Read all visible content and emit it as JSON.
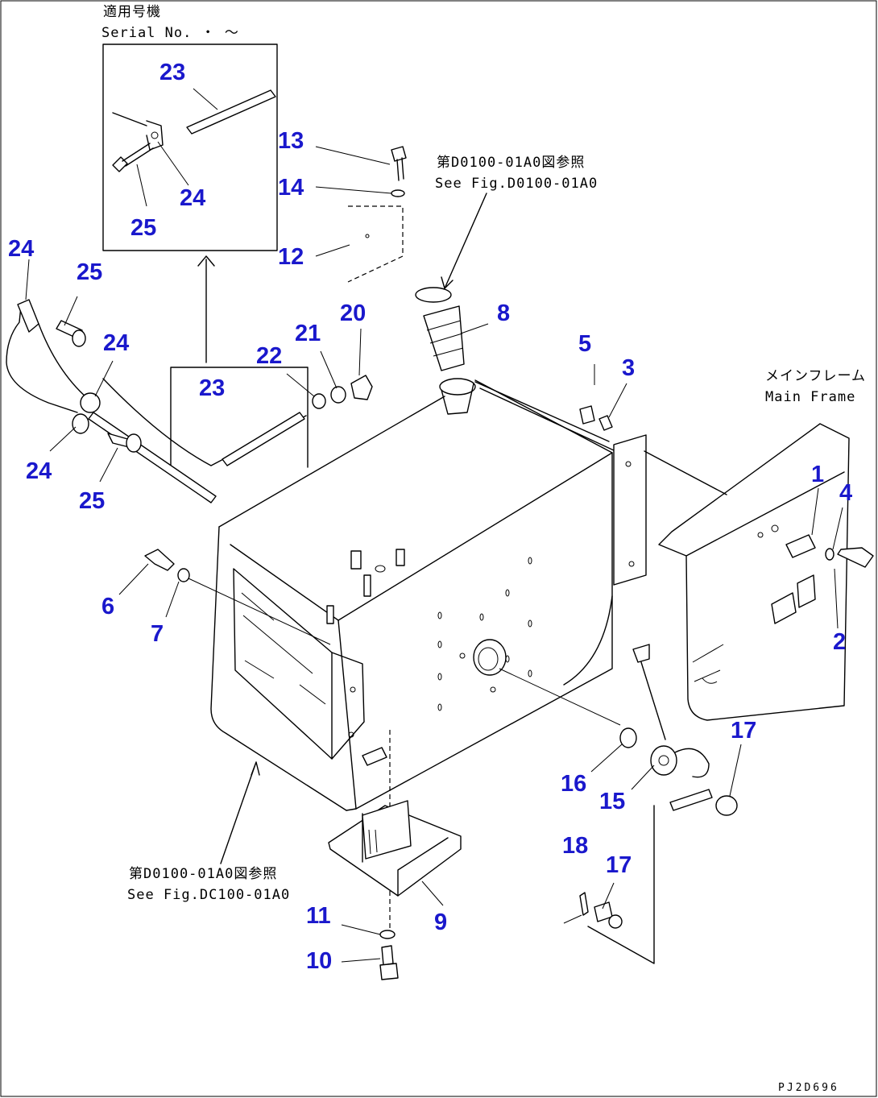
{
  "serial_note": {
    "line1": "適用号機",
    "line2": "Serial No.   ・ ～"
  },
  "see_fig_top": {
    "line1": "第D0100-01A0図参照",
    "line2": "See Fig.D0100-01A0"
  },
  "see_fig_bottom": {
    "line1": "第D0100-01A0図参照",
    "line2": "See Fig.DC100-01A0"
  },
  "main_frame": {
    "line1": "メインフレーム",
    "line2": "Main Frame"
  },
  "drawing_code": "PJ2D696",
  "callout_color": "#1a18cc",
  "callouts": [
    {
      "id": "c23a",
      "label": "23"
    },
    {
      "id": "c24a",
      "label": "24"
    },
    {
      "id": "c25a",
      "label": "25"
    },
    {
      "id": "c13",
      "label": "13"
    },
    {
      "id": "c14",
      "label": "14"
    },
    {
      "id": "c12",
      "label": "12"
    },
    {
      "id": "c24b",
      "label": "24"
    },
    {
      "id": "c25b",
      "label": "25"
    },
    {
      "id": "c24c",
      "label": "24"
    },
    {
      "id": "c22",
      "label": "22"
    },
    {
      "id": "c21",
      "label": "21"
    },
    {
      "id": "c20",
      "label": "20"
    },
    {
      "id": "c8",
      "label": "8"
    },
    {
      "id": "c5",
      "label": "5"
    },
    {
      "id": "c3",
      "label": "3"
    },
    {
      "id": "c23b",
      "label": "23"
    },
    {
      "id": "c24d",
      "label": "24"
    },
    {
      "id": "c25c",
      "label": "25"
    },
    {
      "id": "c1",
      "label": "1"
    },
    {
      "id": "c4",
      "label": "4"
    },
    {
      "id": "c2",
      "label": "2"
    },
    {
      "id": "c6",
      "label": "6"
    },
    {
      "id": "c7",
      "label": "7"
    },
    {
      "id": "c17a",
      "label": "17"
    },
    {
      "id": "c16",
      "label": "16"
    },
    {
      "id": "c15",
      "label": "15"
    },
    {
      "id": "c18",
      "label": "18"
    },
    {
      "id": "c17b",
      "label": "17"
    },
    {
      "id": "c11",
      "label": "11"
    },
    {
      "id": "c9",
      "label": "9"
    },
    {
      "id": "c10",
      "label": "10"
    }
  ]
}
